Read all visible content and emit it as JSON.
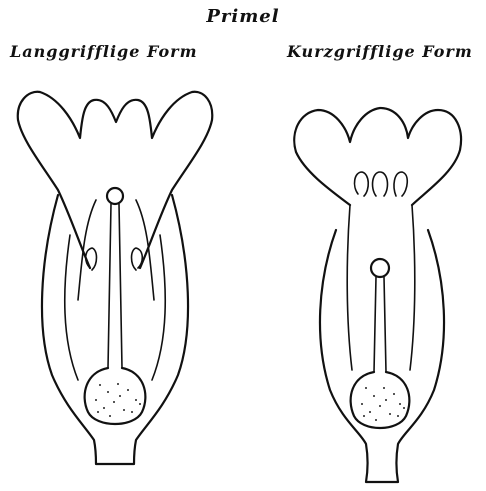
{
  "figure": {
    "title": "Primel",
    "left_label": "Langgrifflige Form",
    "right_label": "Kurzgrifflige Form"
  }
}
